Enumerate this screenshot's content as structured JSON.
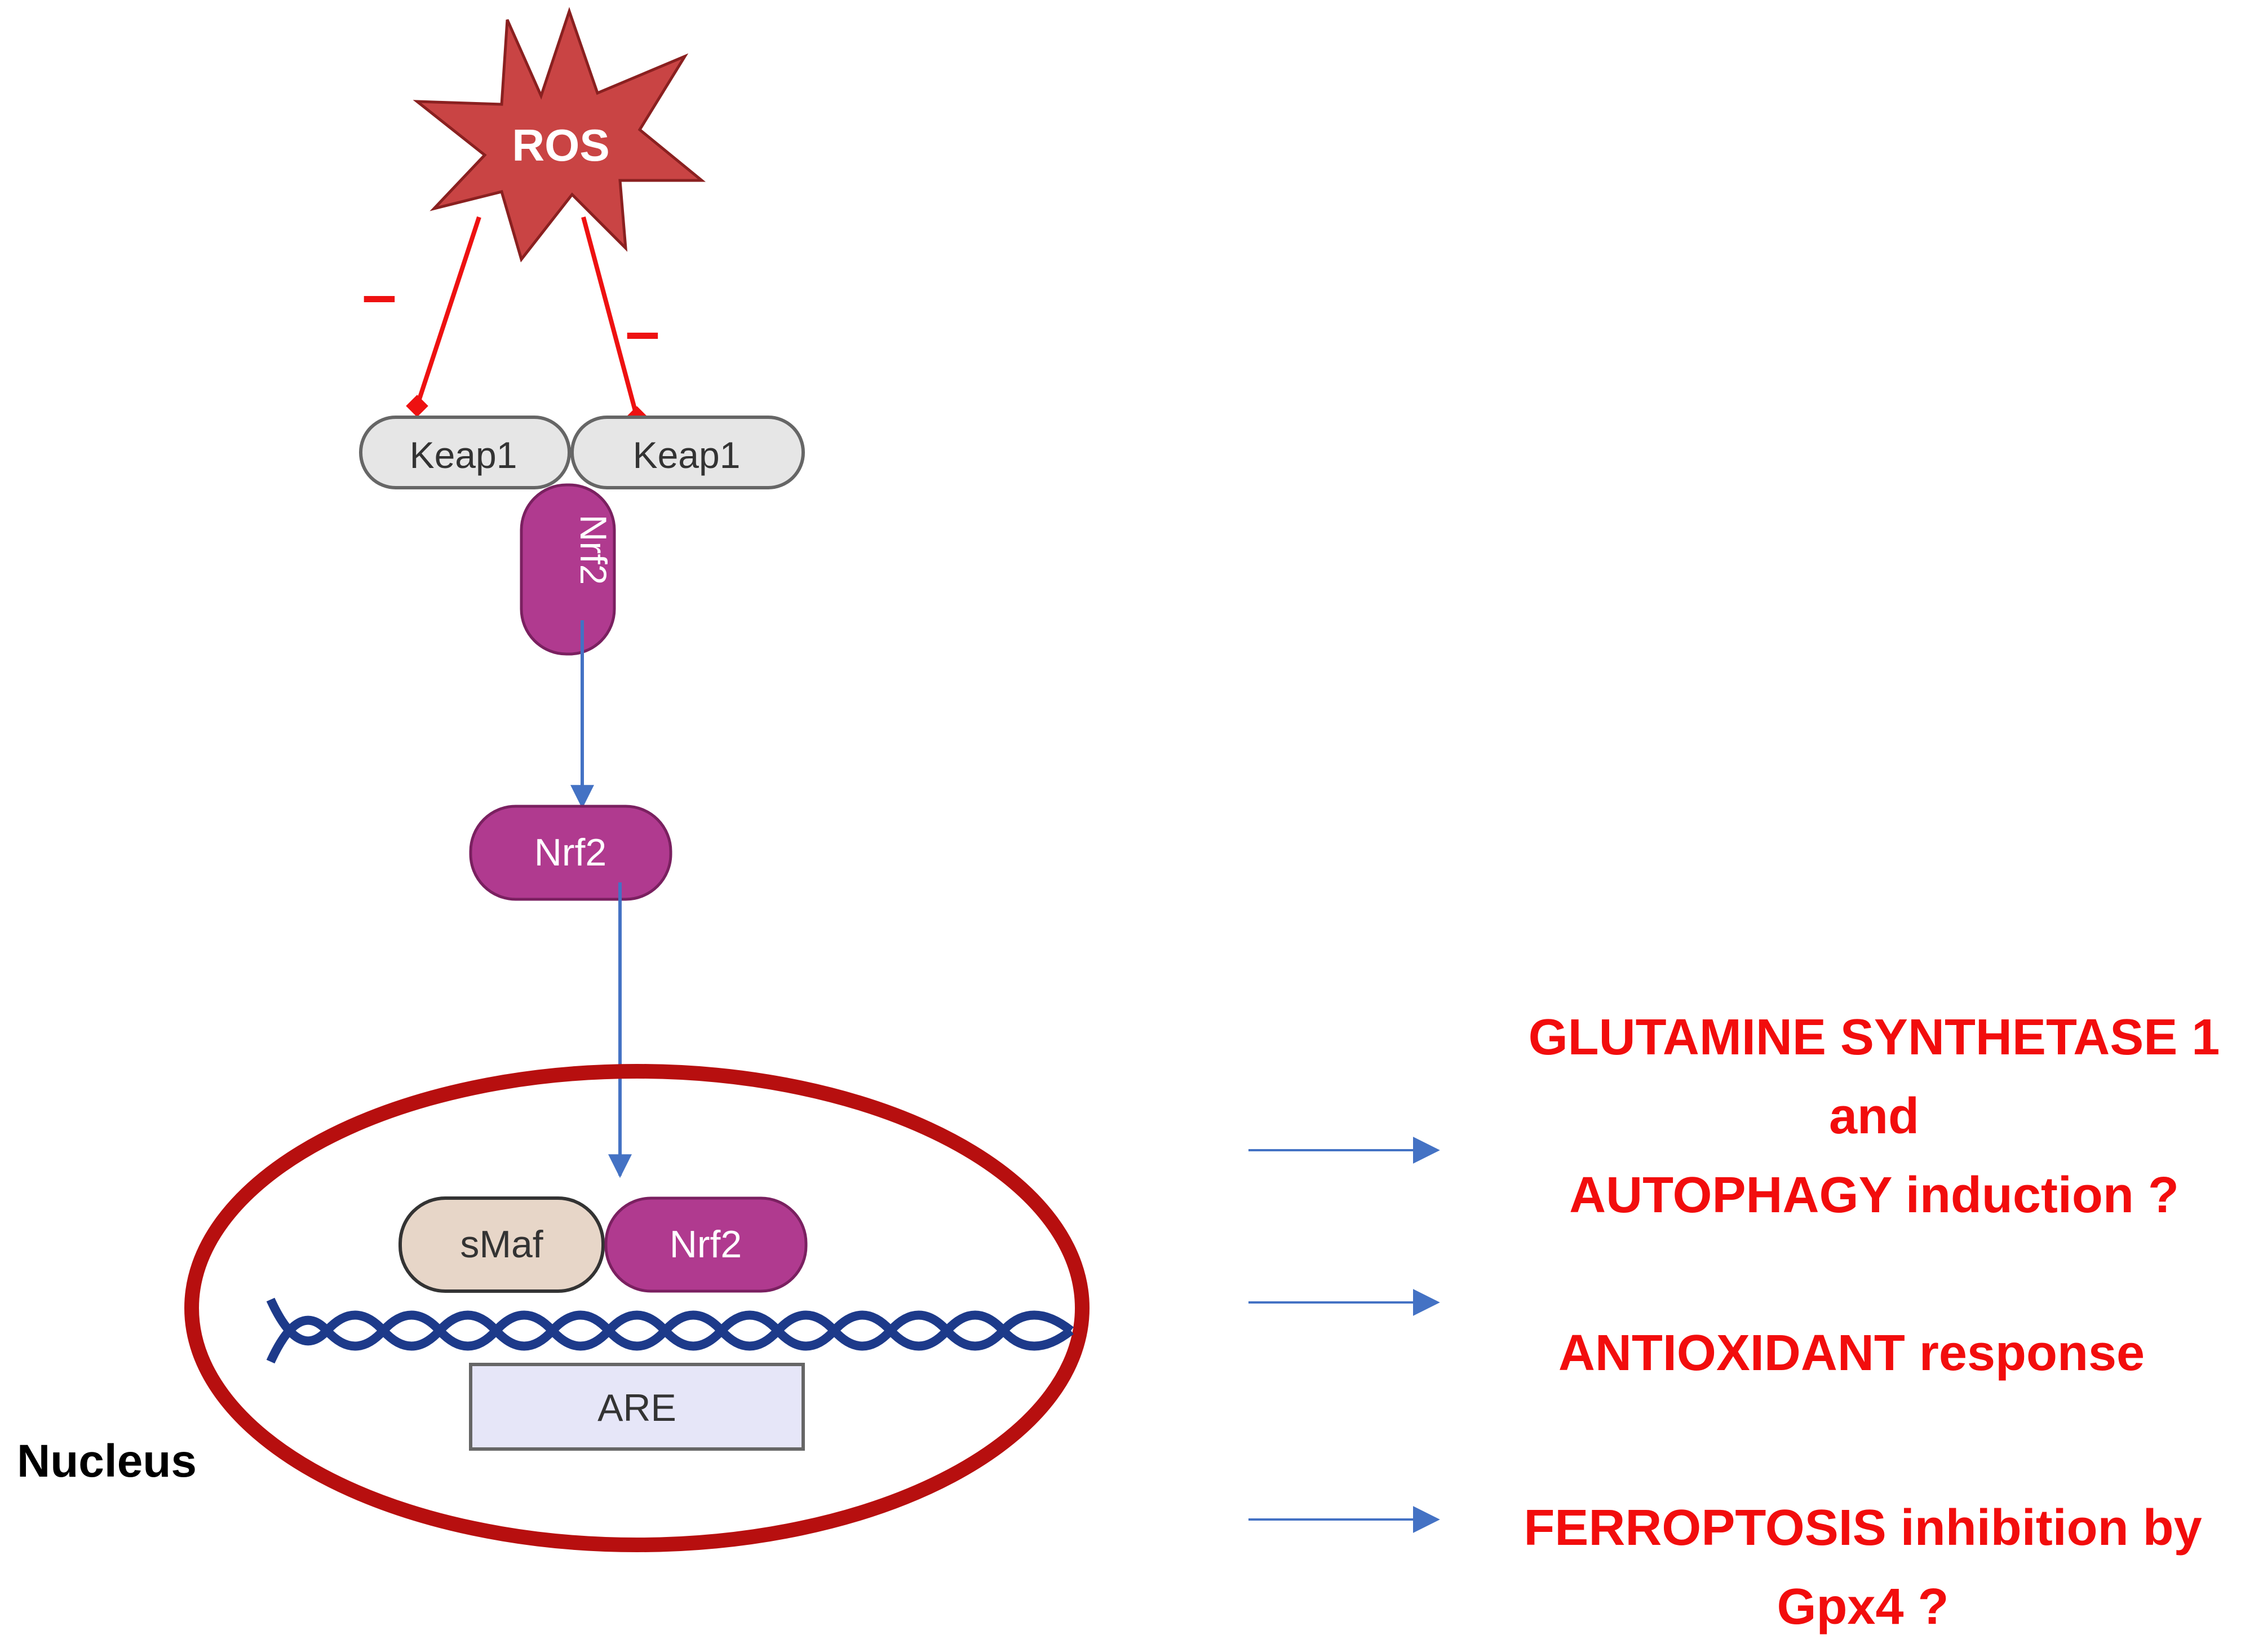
{
  "ros": {
    "label": "ROS",
    "color": "#c94444"
  },
  "inhibition": {
    "sign_left": "–",
    "sign_right": "–",
    "color": "#ee1111"
  },
  "keap1": {
    "left_label": "Keap1",
    "right_label": "Keap1"
  },
  "nrf2": {
    "bound_label": "Nrf2",
    "free_label": "Nrf2",
    "nuclear_label": "Nrf2",
    "color": "#b03a8f"
  },
  "smaf": {
    "label": "sMaf"
  },
  "are": {
    "label": "ARE"
  },
  "nucleus": {
    "label": "Nucleus",
    "membrane_color": "#b70f0f"
  },
  "outcomes": [
    {
      "lines": [
        "GLUTAMINE SYNTHETASE 1",
        "and",
        "AUTOPHAGY  induction   ?"
      ]
    },
    {
      "lines": [
        "ANTIOXIDANT response"
      ]
    },
    {
      "lines": [
        "FERROPTOSIS inhibition by",
        "Gpx4  ?"
      ]
    }
  ],
  "arrow_color": "#4472c4"
}
